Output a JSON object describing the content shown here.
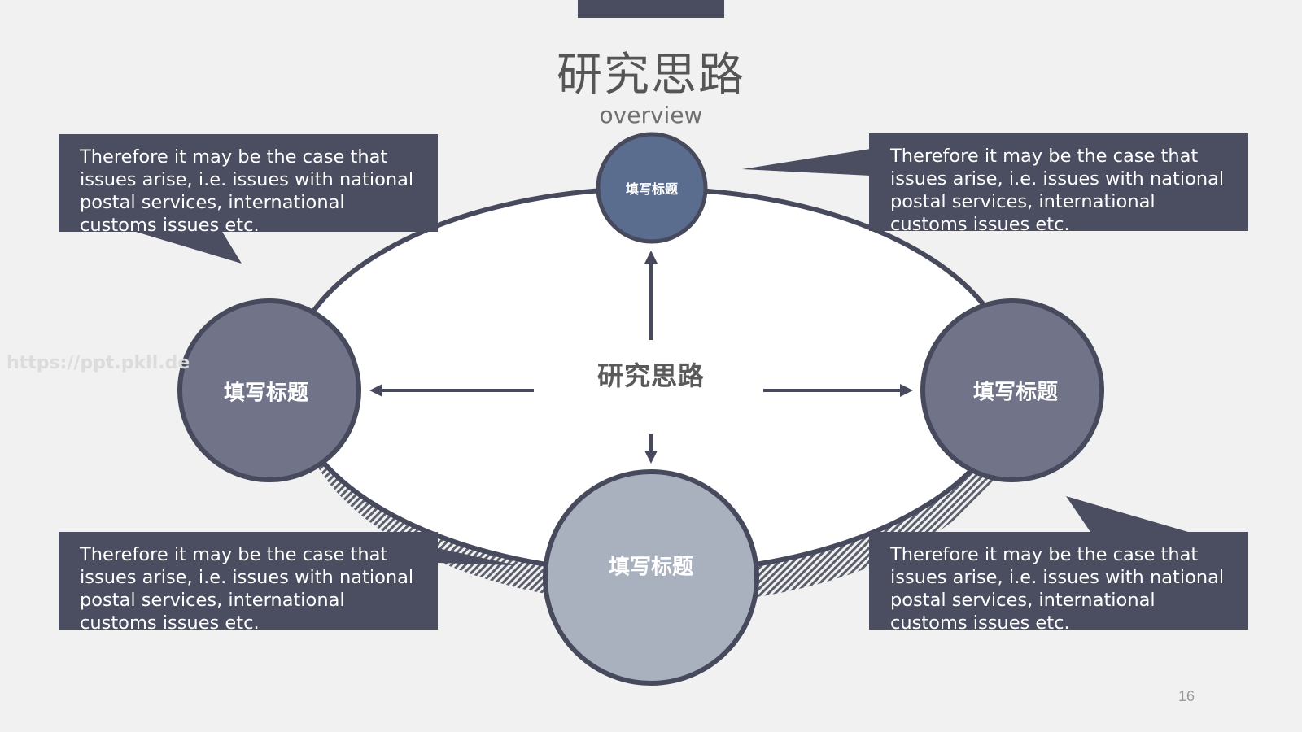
{
  "title": "研究思路",
  "subtitle": "overview",
  "center_label": "研究思路",
  "nodes": {
    "top": "填写标题",
    "left": "填写标题",
    "right": "填写标题",
    "bottom": "填写标题"
  },
  "callouts": {
    "top_left": "Therefore it may be the case that issues arise, i.e. issues with national postal services, international customs issues etc.",
    "top_right": "Therefore it may be the case that issues arise, i.e. issues with national postal services, international customs issues etc.",
    "bottom_left": "Therefore it may be the case that issues arise, i.e. issues with national postal services, international customs issues etc.",
    "bottom_right": "Therefore it may be the case that issues arise, i.e. issues with national postal services, international customs issues etc."
  },
  "watermark": "https://ppt.pkll.de",
  "page_number": "16",
  "colors": {
    "background": "#f1f1f2",
    "box": "#4b4e60",
    "top_circle": "#5a6d8e",
    "side_circles": "#717489",
    "bottom_circle": "#a9b0be",
    "outline": "#464a5c"
  }
}
